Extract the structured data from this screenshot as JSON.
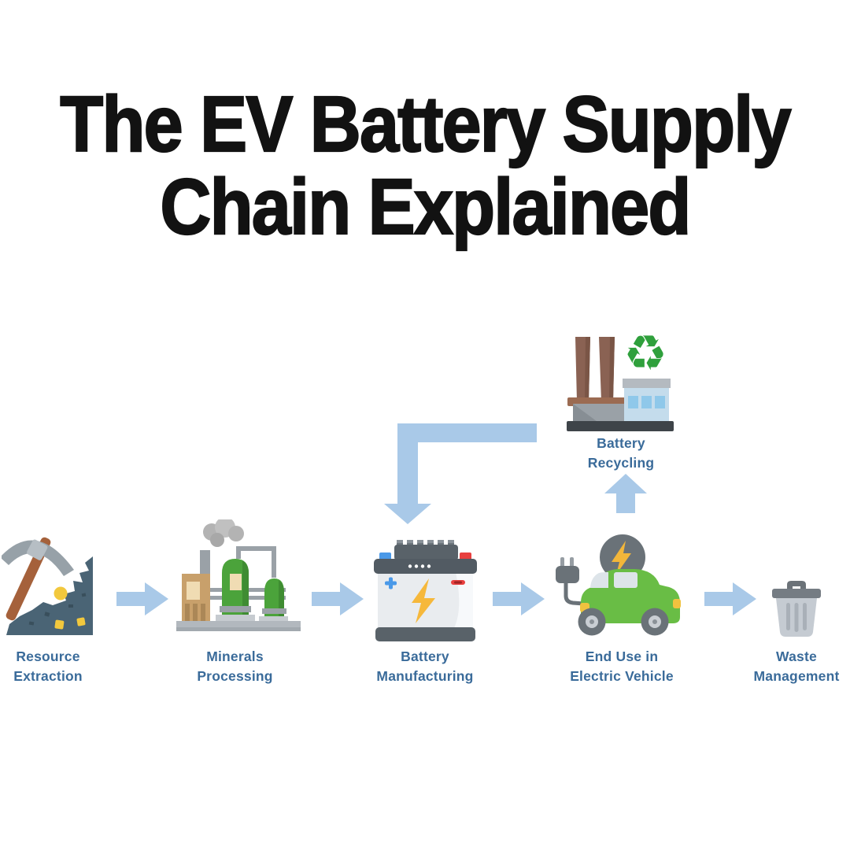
{
  "title": {
    "line1": "The EV Battery Supply",
    "line2": "Chain Explained"
  },
  "colors": {
    "background": "#ffffff",
    "title_text": "#121212",
    "label_text": "#3a6b9a",
    "arrow": "#a9c9e8"
  },
  "stages": [
    {
      "id": "resource-extraction",
      "lines": [
        "Resource",
        "Extraction"
      ],
      "icon": "pickaxe-mining-icon"
    },
    {
      "id": "minerals-processing",
      "lines": [
        "Minerals",
        "Processing"
      ],
      "icon": "processing-plant-icon"
    },
    {
      "id": "battery-manufacturing",
      "lines": [
        "Battery",
        "Manufacturing"
      ],
      "icon": "car-battery-icon"
    },
    {
      "id": "end-use-ev",
      "lines": [
        "End Use in",
        "Electric Vehicle"
      ],
      "icon": "electric-car-icon"
    },
    {
      "id": "waste-management",
      "lines": [
        "Waste",
        "Management"
      ],
      "icon": "trash-can-icon"
    }
  ],
  "recycling_stage": {
    "id": "battery-recycling",
    "lines": [
      "Battery",
      "Recycling"
    ],
    "icon": "recycling-plant-icon"
  },
  "flows": [
    {
      "from": "Resource Extraction",
      "to": "Minerals Processing"
    },
    {
      "from": "Minerals Processing",
      "to": "Battery Manufacturing"
    },
    {
      "from": "Battery Manufacturing",
      "to": "End Use in Electric Vehicle"
    },
    {
      "from": "End Use in Electric Vehicle",
      "to": "Waste Management"
    },
    {
      "from": "End Use in Electric Vehicle",
      "to": "Battery Recycling"
    },
    {
      "from": "Battery Recycling",
      "to": "Battery Manufacturing"
    }
  ]
}
